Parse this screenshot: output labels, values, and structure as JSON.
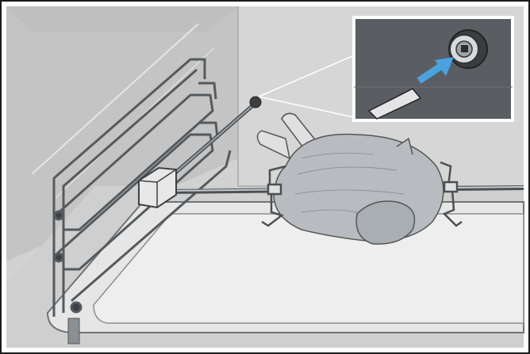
{
  "illustration": {
    "description_icons": [
      "oven-cavity",
      "rotisserie-spit",
      "chicken",
      "baking-tray",
      "wire-shelf-rack",
      "spit-motor-socket-detail",
      "insert-direction-arrow-icon"
    ],
    "colors": {
      "frame": "#1a1a1a",
      "oven_wall": "#cfcfcf",
      "oven_wall_dark": "#b5b5b5",
      "tray": "#e4e4e4",
      "chicken": "#b8bcc0",
      "chicken_shade": "#9ea3a8",
      "inset_bg": "#5a5e62",
      "arrow": "#4aa3e0",
      "metal": "#6f7478"
    }
  }
}
